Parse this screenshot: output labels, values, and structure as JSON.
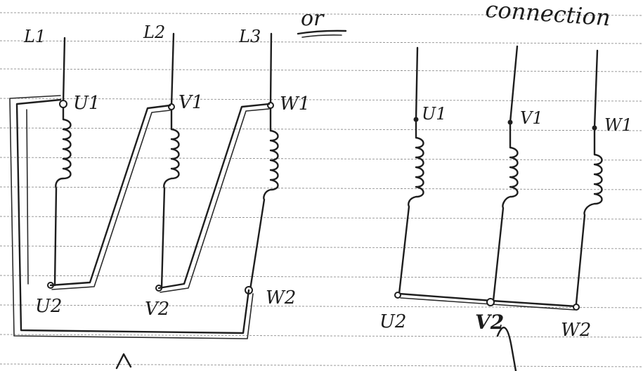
{
  "header": {
    "top_fragment": "connection",
    "or_label": "or"
  },
  "left_diagram": {
    "lines": [
      "L1",
      "L2",
      "L3"
    ],
    "top_terminals": [
      "U1",
      "V1",
      "W1"
    ],
    "bottom_terminals": [
      "U2",
      "V2",
      "W2"
    ]
  },
  "right_diagram": {
    "top_terminals": [
      "U1",
      "V1",
      "W1"
    ],
    "bottom_terminals": [
      "U2",
      "V2",
      "W2"
    ]
  },
  "colors": {
    "ink": "#1e1e1e",
    "paper": "#ffffff",
    "ruling": "#8f8f8f"
  }
}
